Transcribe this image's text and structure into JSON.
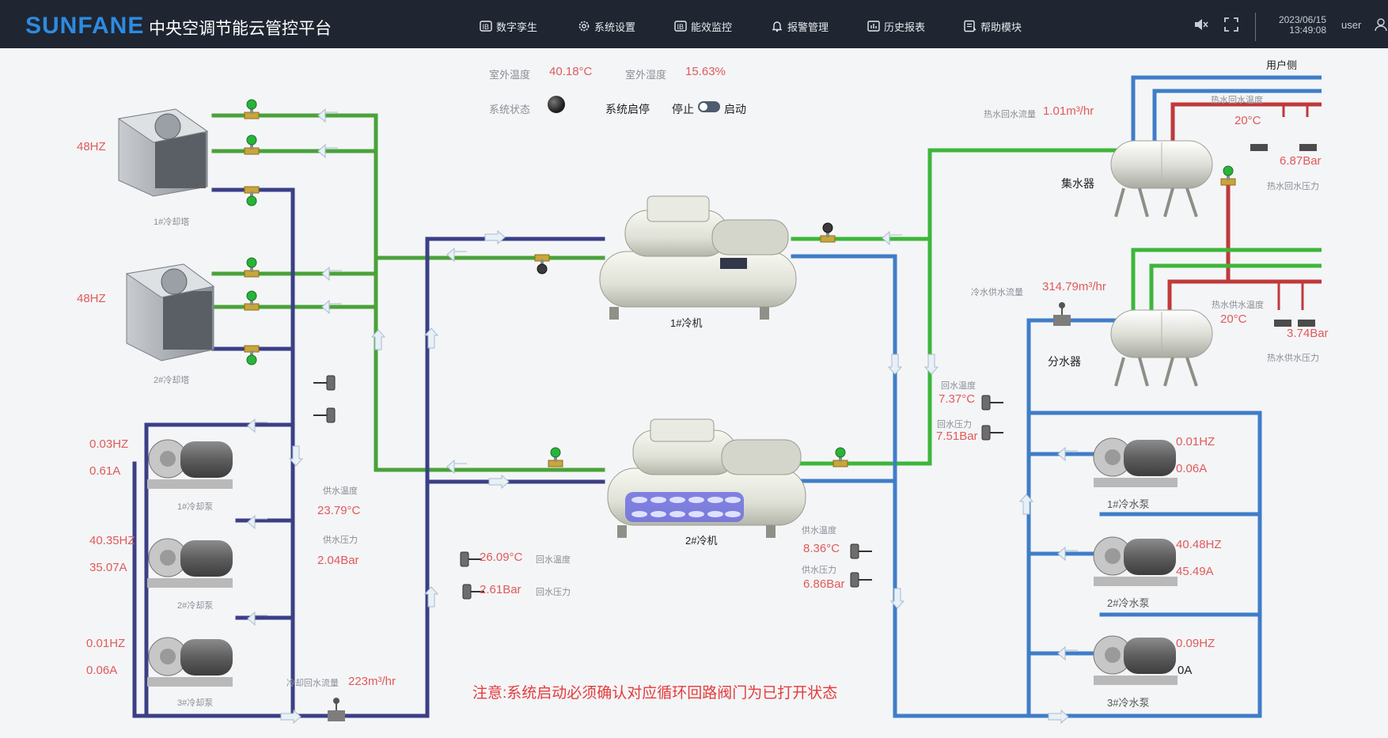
{
  "header": {
    "logo_text": "SUNFANE",
    "app_title": "中央空调节能云管控平台",
    "nav": [
      {
        "label": "数字孪生",
        "icon": "ib-icon"
      },
      {
        "label": "系统设置",
        "icon": "gear-icon"
      },
      {
        "label": "能效监控",
        "icon": "ib-icon"
      },
      {
        "label": "报警管理",
        "icon": "bell-icon"
      },
      {
        "label": "历史报表",
        "icon": "chart-icon"
      },
      {
        "label": "帮助模块",
        "icon": "help-icon"
      }
    ],
    "date": "2023/06/15",
    "time": "13:49:08",
    "user": "user"
  },
  "env": {
    "outdoor_temp_label": "室外温度",
    "outdoor_temp": "40.18°C",
    "outdoor_humidity_label": "室外湿度",
    "outdoor_humidity": "15.63%",
    "system_status_label": "系统状态",
    "system_switch_label": "系统启停",
    "stop_label": "停止",
    "start_label": "启动"
  },
  "cooling_towers": [
    {
      "name": "1#冷却塔",
      "freq": "48HZ"
    },
    {
      "name": "2#冷却塔",
      "freq": "48HZ"
    }
  ],
  "cooling_pumps": [
    {
      "name": "1#冷却泵",
      "freq": "0.03HZ",
      "current": "0.61A"
    },
    {
      "name": "2#冷却泵",
      "freq": "40.35HZ",
      "current": "35.07A"
    },
    {
      "name": "3#冷却泵",
      "freq": "0.01HZ",
      "current": "0.06A"
    }
  ],
  "cooling_side": {
    "supply_temp_label": "供水温度",
    "supply_temp": "23.79°C",
    "supply_pressure_label": "供水压力",
    "supply_pressure": "2.04Bar",
    "return_temp": "26.09°C",
    "return_temp_label": "回水温度",
    "return_pressure": "2.61Bar",
    "return_pressure_label": "回水压力",
    "return_flow_label": "冷却回水流量",
    "return_flow": "223m³/hr"
  },
  "chillers": [
    {
      "name": "1#冷机"
    },
    {
      "name": "2#冷机"
    }
  ],
  "chilled_side": {
    "supply_temp_label": "供水温度",
    "supply_temp": "8.36°C",
    "supply_pressure_label": "供水压力",
    "supply_pressure": "6.86Bar",
    "return_temp_label": "回水温度",
    "return_temp": "7.37°C",
    "return_pressure_label": "回水压力",
    "return_pressure": "7.51Bar",
    "supply_flow_label": "冷水供水流量",
    "supply_flow": "314.79m³/hr"
  },
  "chilled_pumps": [
    {
      "name": "1#冷水泵",
      "freq": "0.01HZ",
      "current": "0.06A"
    },
    {
      "name": "2#冷水泵",
      "freq": "40.48HZ",
      "current": "45.49A"
    },
    {
      "name": "3#冷水泵",
      "freq": "0.09HZ",
      "current": "0A"
    }
  ],
  "user_side": {
    "label": "用户侧",
    "collector_label": "集水器",
    "distributor_label": "分水器",
    "hot_return_flow_label": "热水回水流量",
    "hot_return_flow": "1.01m³/hr",
    "hot_return_temp_label": "热水回水温度",
    "hot_return_temp": "20°C",
    "hot_return_pressure_label": "热水回水压力",
    "hot_return_pressure": "6.87Bar",
    "hot_supply_temp_label": "热水供水温度",
    "hot_supply_temp": "20°C",
    "hot_supply_pressure_label": "热水供水压力",
    "hot_supply_pressure": "3.74Bar"
  },
  "notice": "注意:系统启动必须确认对应循环回路阀门为已打开状态",
  "colors": {
    "header_bg": "#1f2531",
    "cooling_supply_pipe": "#4aa23a",
    "cooling_return_pipe": "#3b3f86",
    "chilled_pipe": "#3f7dc8",
    "chilled_return_pipe": "#3db63a",
    "hot_pipe": "#c0393b",
    "value_text": "#e05a5a"
  }
}
